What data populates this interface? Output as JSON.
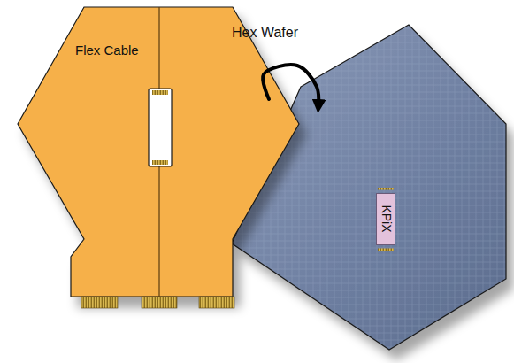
{
  "diagram": {
    "nodes": [
      {
        "text": [
          "Flex Cable"
        ]
      },
      {
        "text": [
          "Hex Wafer"
        ]
      },
      {
        "text": [
          "KPiX"
        ],
        "in": 1
      }
    ],
    "edges": [
      {
        "from": 0,
        "to": 1,
        "arrow": "to"
      }
    ]
  }
}
